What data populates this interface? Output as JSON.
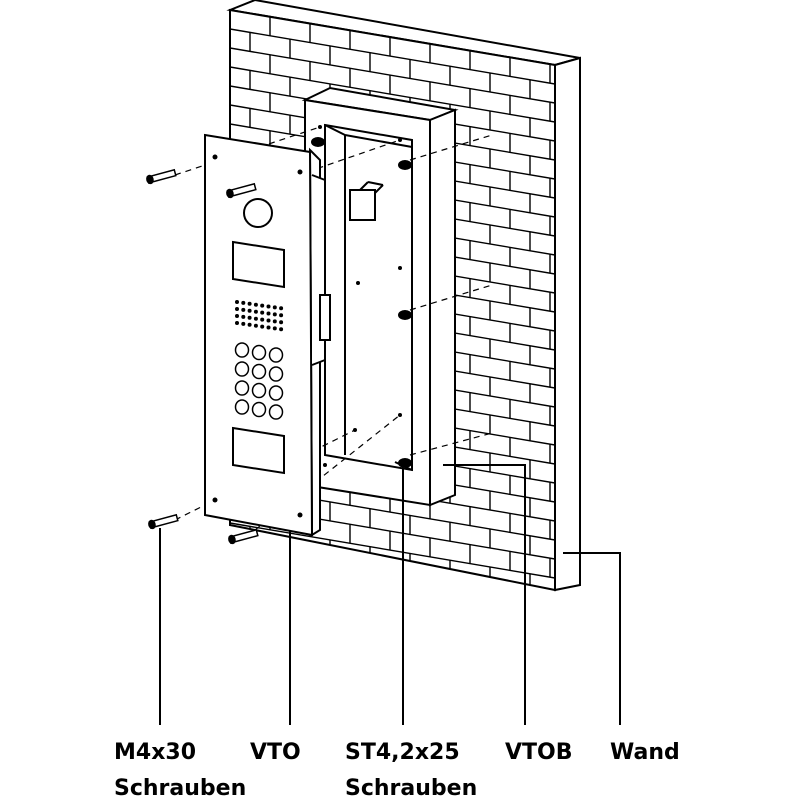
{
  "labels": {
    "m4_screws_line1": "M4x30",
    "m4_screws_line2": "Schrauben",
    "vto": "VTO",
    "st_screws_line1": "ST4,2x25",
    "st_screws_line2": "Schrauben",
    "vtob": "VTOB",
    "wall": "Wand"
  },
  "colors": {
    "ink": "#000000",
    "panel_fill": "#ffffff",
    "background": "#ffffff"
  }
}
